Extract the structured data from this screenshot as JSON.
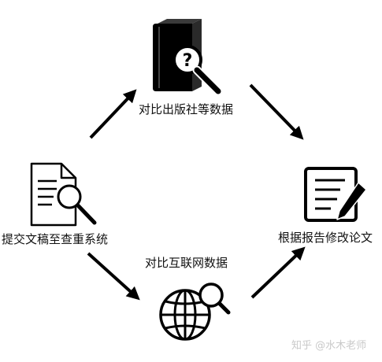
{
  "nodes": {
    "publisher": {
      "label": "对比出版社等数据",
      "icon": "book-question-icon"
    },
    "submit": {
      "label": "提交文稿至查重系统",
      "icon": "document-magnifier-icon"
    },
    "internet": {
      "label": "对比互联网数据",
      "icon": "globe-magnifier-icon"
    },
    "revise": {
      "label": "根据报告修改论文",
      "icon": "report-edit-icon"
    }
  },
  "watermark": {
    "text": "知乎 @水木老师"
  },
  "colors": {
    "ink": "#000000",
    "text": "#111111",
    "watermark": "#c9c9c9"
  }
}
